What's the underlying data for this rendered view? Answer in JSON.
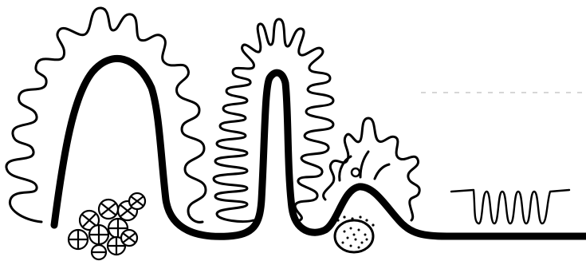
{
  "figure": {
    "background": "#ffffff",
    "ink": "#000000",
    "elements": [
      {
        "name": "basement-membrane",
        "icon": "thick-line"
      },
      {
        "name": "villus-1-epithelium",
        "icon": "folded-outline"
      },
      {
        "name": "villus-2-epithelium",
        "icon": "folded-outline"
      },
      {
        "name": "villus-3-epithelium",
        "icon": "folded-outline"
      },
      {
        "name": "cell-cluster",
        "icon": "crosshatched-circles"
      },
      {
        "name": "stippled-nodule",
        "icon": "dotted-oval"
      },
      {
        "name": "flat-brush-border",
        "icon": "short-fold-row"
      }
    ]
  }
}
